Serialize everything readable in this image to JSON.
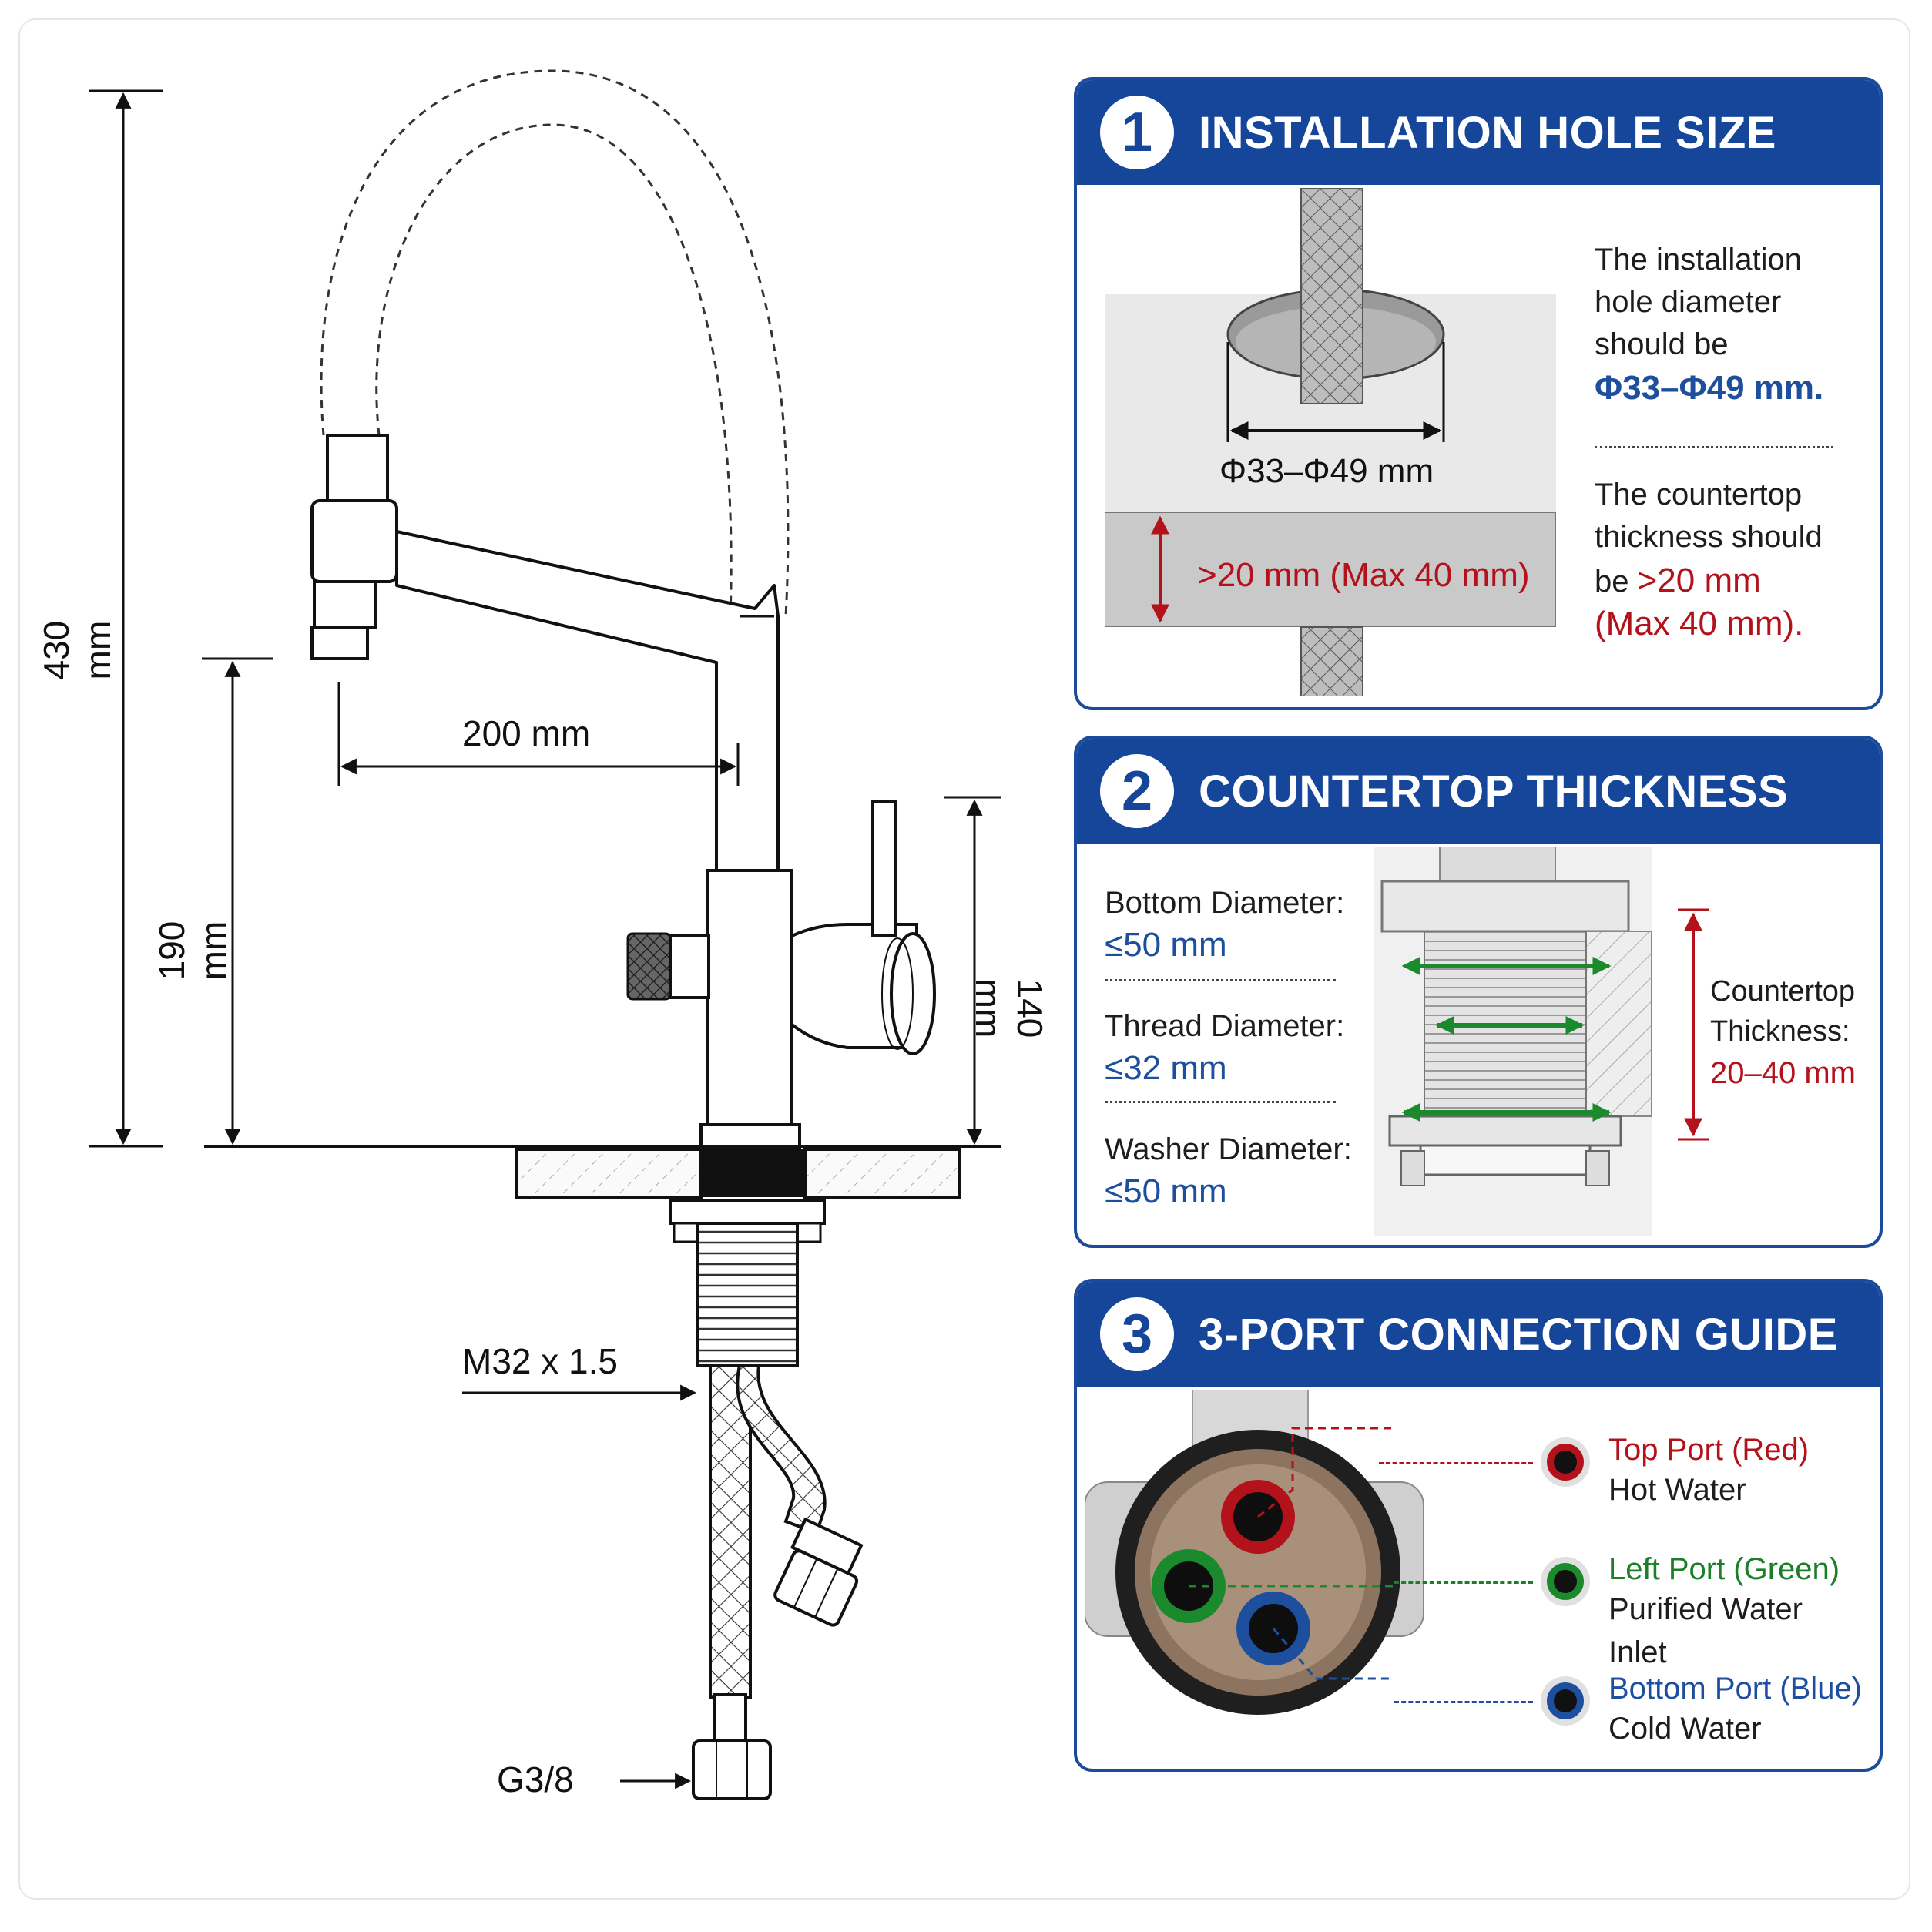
{
  "dimensions": {
    "total_height": "430 mm",
    "spout_height": "190 mm",
    "reach": "200 mm",
    "handle_height": "140 mm",
    "thread_spec": "M32 x 1.5",
    "hose_connector": "G3/8"
  },
  "panel1": {
    "number": "1",
    "title": "INSTALLATION HOLE SIZE",
    "hole_label": "Φ33–Φ49 mm",
    "thickness_label": ">20 mm (Max 40 mm)",
    "text1_line1": "The installation",
    "text1_line2": "hole diameter",
    "text1_line3": "should be",
    "text1_value": "Φ33–Φ49 mm.",
    "text2_line1": "The countertop",
    "text2_line2": "thickness should",
    "text2_line3_prefix": "be ",
    "text2_value1": ">20 mm",
    "text2_value2": "(Max 40 mm)."
  },
  "panel2": {
    "number": "2",
    "title": "COUNTERTOP THICKNESS",
    "specs": [
      {
        "label": "Bottom Diameter:",
        "value": "≤50 mm"
      },
      {
        "label": "Thread Diameter:",
        "value": "≤32 mm"
      },
      {
        "label": "Washer Diameter:",
        "value": "≤50 mm"
      }
    ],
    "side_label_line1": "Countertop",
    "side_label_line2": "Thickness:",
    "side_value": "20–40 mm"
  },
  "panel3": {
    "number": "3",
    "title": "3-PORT CONNECTION GUIDE",
    "ports": [
      {
        "name": "Top Port (Red)",
        "desc": "Hot Water",
        "color": "#b3121b"
      },
      {
        "name": "Left Port (Green)",
        "desc": "Purified Water Inlet",
        "color": "#1b7f28"
      },
      {
        "name": "Bottom Port (Blue)",
        "desc": "Cold Water",
        "color": "#1d4f9e"
      }
    ]
  },
  "colors": {
    "panel_header": "#16469a",
    "red": "#b3121b",
    "green": "#1b7f28",
    "blue": "#1d4f9e"
  }
}
